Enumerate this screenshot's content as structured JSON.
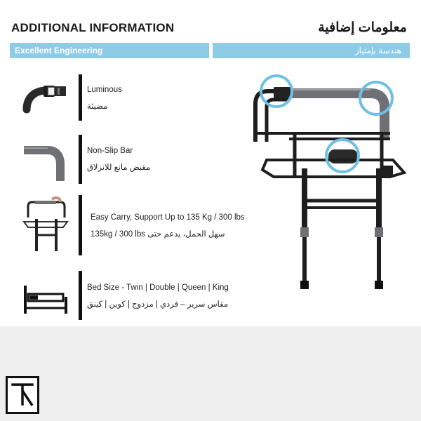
{
  "header": {
    "title_en": "ADDITIONAL INFORMATION",
    "title_ar": "معلومات إضافية",
    "bar_en": "Excellent Engineering",
    "bar_ar": "هندسة بإمتياز"
  },
  "features": [
    {
      "label_en": "Luminous",
      "label_ar": "مضيئة",
      "icon": "handle-grip-icon"
    },
    {
      "label_en": "Non-Slip Bar",
      "label_ar": "مقبض مانع للانزلاق",
      "icon": "curved-bar-icon"
    },
    {
      "label_en": "Easy Carry, Support Up to 135 Kg / 300 lbs",
      "label_ar": "سهل الحمل، يدعم حتى 135kg / 300 lbs",
      "icon": "bed-rail-mini-icon"
    },
    {
      "label_en": "Bed Size - Twin | Double | Queen | King",
      "label_ar": "مقاس سرير – فردي | مزدوج | كوين | كينق",
      "icon": "bed-icon"
    }
  ],
  "colors": {
    "accent_bar": "#8ecbe7",
    "highlight_circle": "#6fc0e6",
    "frame": "#1e1e1e",
    "grip": "#6e7074",
    "footer": "#efefef"
  },
  "logo_icon": "brand-logo-icon"
}
